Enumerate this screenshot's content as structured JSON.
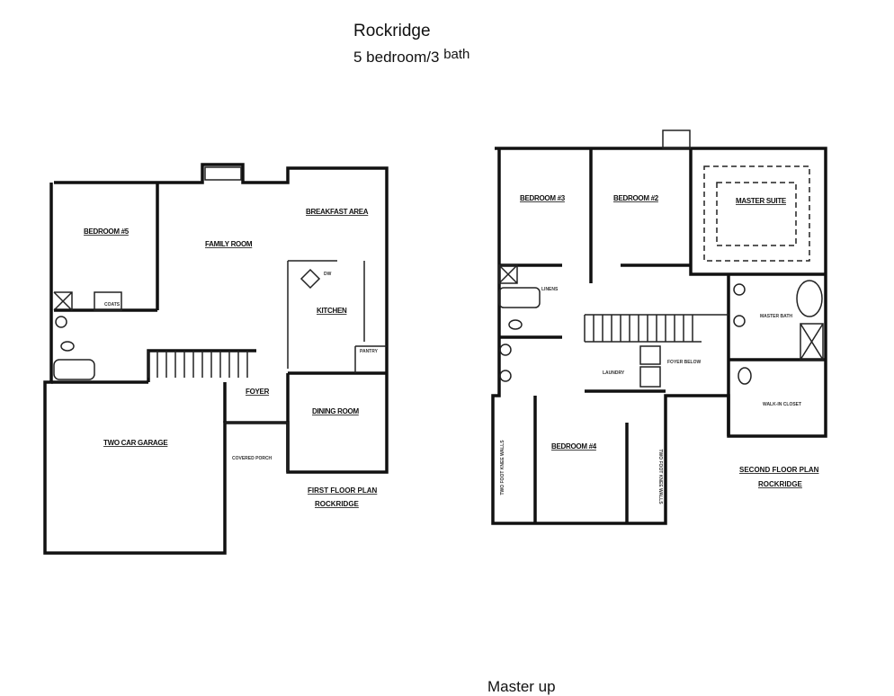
{
  "header": {
    "title": "Rockridge",
    "subtitle_main": "5 bedroom/3 ",
    "subtitle_sup": "bath"
  },
  "footer": {
    "note": "Master up"
  },
  "first_floor": {
    "rooms": {
      "bedroom5": "BEDROOM #5",
      "family_room": "FAMILY ROOM",
      "breakfast_area": "BREAKFAST AREA",
      "kitchen": "KITCHEN",
      "pantry": "PANTRY",
      "dining_room": "DINING ROOM",
      "foyer": "FOYER",
      "covered_porch": "COVERED PORCH",
      "garage": "TWO CAR GARAGE",
      "coats": "COATS",
      "dw": "DW"
    },
    "plan_title": "FIRST FLOOR PLAN",
    "plan_name": "ROCKRIDGE"
  },
  "second_floor": {
    "rooms": {
      "bedroom3": "BEDROOM #3",
      "bedroom2": "BEDROOM #2",
      "master_suite": "MASTER SUITE",
      "master_bath": "MASTER BATH",
      "walk_in_closet": "WALK-IN CLOSET",
      "laundry": "LAUNDRY",
      "bedroom4": "BEDROOM #4",
      "linens": "LINENS",
      "foyer_below": "FOYER BELOW",
      "knee_wall_left": "TWO FOOT KNEE WALLS",
      "knee_wall_right": "TWO FOOT KNEE WALLS"
    },
    "plan_title": "SECOND FLOOR PLAN",
    "plan_name": "ROCKRIDGE"
  }
}
